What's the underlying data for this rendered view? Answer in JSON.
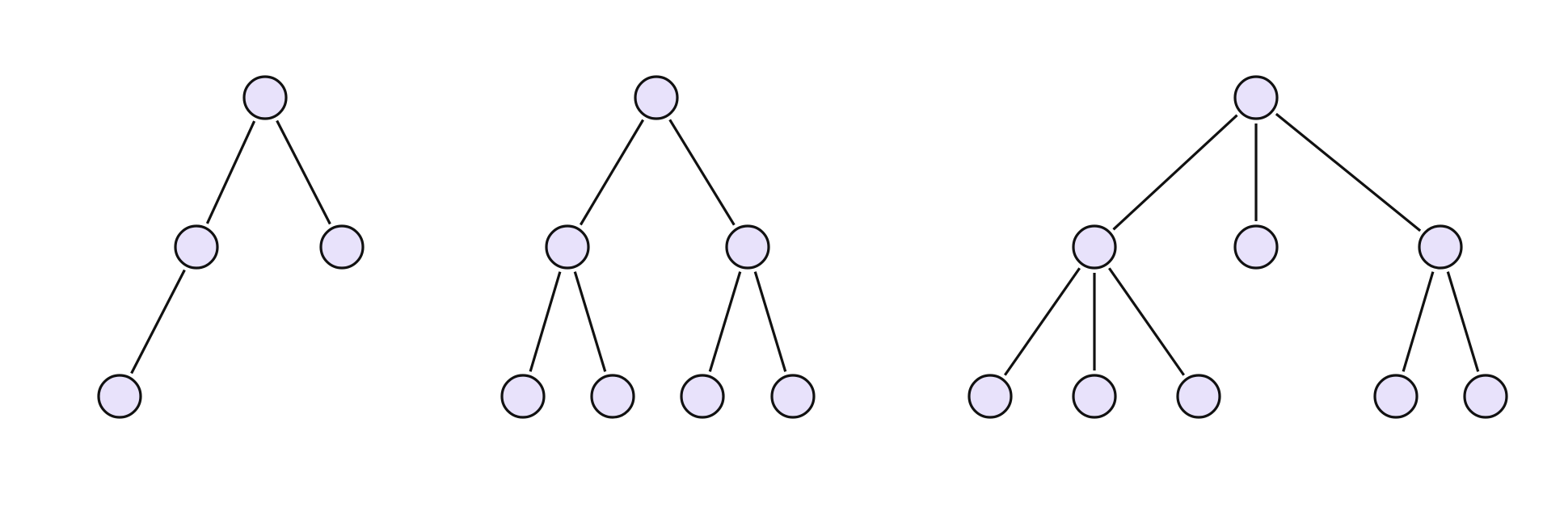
{
  "style": {
    "node_fill": "#e8e2fb",
    "node_stroke": "#111111",
    "edge_color": "#111111",
    "background": "#ffffff"
  },
  "trees": [
    {
      "id": "tree-1",
      "structure": {
        "children": [
          {
            "children": [
              {
                "children": []
              }
            ]
          },
          {
            "children": []
          }
        ]
      }
    },
    {
      "id": "tree-2",
      "structure": {
        "children": [
          {
            "children": [
              {
                "children": []
              },
              {
                "children": []
              }
            ]
          },
          {
            "children": [
              {
                "children": []
              },
              {
                "children": []
              }
            ]
          }
        ]
      }
    },
    {
      "id": "tree-3",
      "structure": {
        "children": [
          {
            "children": [
              {
                "children": []
              },
              {
                "children": []
              },
              {
                "children": []
              }
            ]
          },
          {
            "children": []
          },
          {
            "children": [
              {
                "children": []
              },
              {
                "children": []
              }
            ]
          }
        ]
      }
    }
  ]
}
